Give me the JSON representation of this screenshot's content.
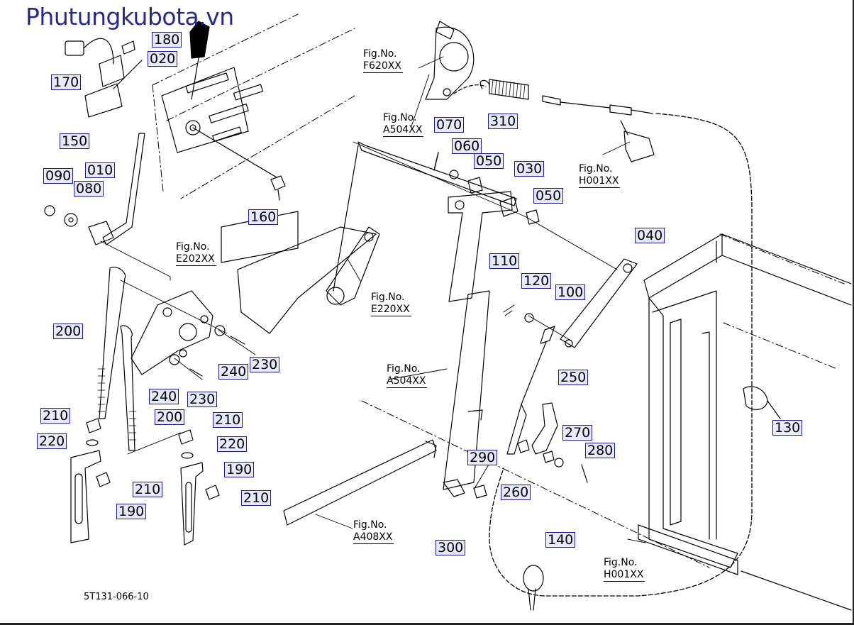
{
  "watermark": "Phutungkubota.vn",
  "document_number": "5T131-066-10",
  "colors": {
    "watermark": "#262a8c",
    "callout_border": "#1a1aa0",
    "callout_fill": "#e8eaff"
  },
  "part_callouts": [
    {
      "id": "c170",
      "label": "170"
    },
    {
      "id": "c180",
      "label": "180"
    },
    {
      "id": "c020",
      "label": "020"
    },
    {
      "id": "c150",
      "label": "150"
    },
    {
      "id": "c090",
      "label": "090"
    },
    {
      "id": "c010",
      "label": "010"
    },
    {
      "id": "c080",
      "label": "080"
    },
    {
      "id": "c160",
      "label": "160"
    },
    {
      "id": "c200a",
      "label": "200"
    },
    {
      "id": "c240a",
      "label": "240"
    },
    {
      "id": "c230a",
      "label": "230"
    },
    {
      "id": "c240b",
      "label": "240"
    },
    {
      "id": "c230b",
      "label": "230"
    },
    {
      "id": "c210a",
      "label": "210"
    },
    {
      "id": "c200b",
      "label": "200"
    },
    {
      "id": "c210b",
      "label": "210"
    },
    {
      "id": "c220a",
      "label": "220"
    },
    {
      "id": "c220b",
      "label": "220"
    },
    {
      "id": "c190a",
      "label": "190"
    },
    {
      "id": "c210c",
      "label": "210"
    },
    {
      "id": "c190b",
      "label": "190"
    },
    {
      "id": "c210d",
      "label": "210"
    },
    {
      "id": "c310",
      "label": "310"
    },
    {
      "id": "c070",
      "label": "070"
    },
    {
      "id": "c060",
      "label": "060"
    },
    {
      "id": "c050a",
      "label": "050"
    },
    {
      "id": "c030",
      "label": "030"
    },
    {
      "id": "c050b",
      "label": "050"
    },
    {
      "id": "c040",
      "label": "040"
    },
    {
      "id": "c110",
      "label": "110"
    },
    {
      "id": "c120",
      "label": "120"
    },
    {
      "id": "c100",
      "label": "100"
    },
    {
      "id": "c250",
      "label": "250"
    },
    {
      "id": "c270",
      "label": "270"
    },
    {
      "id": "c280",
      "label": "280"
    },
    {
      "id": "c290",
      "label": "290"
    },
    {
      "id": "c260",
      "label": "260"
    },
    {
      "id": "c300",
      "label": "300"
    },
    {
      "id": "c140",
      "label": "140"
    },
    {
      "id": "c130",
      "label": "130"
    }
  ],
  "figure_refs": [
    {
      "id": "fF620",
      "prefix": "Fig.No.",
      "code": "F620XX"
    },
    {
      "id": "fA504a",
      "prefix": "Fig.No.",
      "code": "A504XX"
    },
    {
      "id": "fH001a",
      "prefix": "Fig.No.",
      "code": "H001XX"
    },
    {
      "id": "fE202",
      "prefix": "Fig.No.",
      "code": "E202XX"
    },
    {
      "id": "fE220",
      "prefix": "Fig.No.",
      "code": "E220XX"
    },
    {
      "id": "fA504b",
      "prefix": "Fig.No.",
      "code": "A504XX"
    },
    {
      "id": "fA408",
      "prefix": "Fig.No.",
      "code": "A408XX"
    },
    {
      "id": "fH001b",
      "prefix": "Fig.No.",
      "code": "H001XX"
    }
  ]
}
